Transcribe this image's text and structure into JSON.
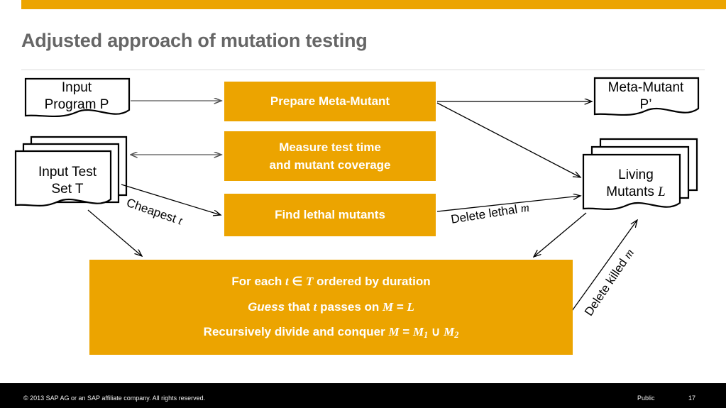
{
  "slide": {
    "title": "Adjusted approach of mutation testing",
    "accent_color": "#eca400",
    "title_color": "#666666"
  },
  "diagram": {
    "type": "flowchart",
    "inputs": [
      {
        "name": "input-program",
        "line1": "Input",
        "line2": "Program P",
        "shape": "document"
      },
      {
        "name": "input-test-set",
        "line1": "Input Test",
        "line2": "Set T",
        "shape": "document-stack"
      }
    ],
    "process_boxes": [
      {
        "name": "prepare-meta-mutant",
        "lines": [
          "Prepare Meta-Mutant"
        ]
      },
      {
        "name": "measure-test-time",
        "lines": [
          "Measure test time",
          "and mutant coverage"
        ]
      },
      {
        "name": "find-lethal-mutants",
        "lines": [
          "Find lethal mutants"
        ]
      }
    ],
    "algorithm_box": {
      "name": "algorithm-box",
      "line1_a": "For each ",
      "line1_t": "t",
      "line1_b": " ∈ ",
      "line1_T": "T",
      "line1_c": " ordered by duration",
      "line2_guess": "Guess",
      "line2_a": " that ",
      "line2_t": "t",
      "line2_b": " passes on ",
      "line2_M": "M",
      "line2_eq": " = ",
      "line2_L": "L",
      "line3_a": "Recursively divide and conquer ",
      "line3_M": "M",
      "line3_eq": " = ",
      "line3_M1": "M",
      "line3_sub1": "1",
      "line3_union": " ∪ ",
      "line3_M2": "M",
      "line3_sub2": "2"
    },
    "outputs": [
      {
        "name": "meta-mutant",
        "line1": "Meta-Mutant",
        "line2": "P’",
        "shape": "document"
      },
      {
        "name": "living-mutants",
        "line1": "Living",
        "line2a": "Mutants ",
        "line2b": "L",
        "shape": "document-stack"
      }
    ],
    "edge_labels": [
      {
        "name": "cheapest-label",
        "text_a": "Cheapest ",
        "text_var": "t"
      },
      {
        "name": "delete-lethal-label",
        "text_a": "Delete lethal ",
        "text_var": "m"
      },
      {
        "name": "delete-killed-label",
        "text_a": "Delete killed ",
        "text_var": "m"
      }
    ]
  },
  "footer": {
    "copyright": "© 2013 SAP AG or an SAP affiliate company. All rights reserved.",
    "classification": "Public",
    "page_number": "17"
  }
}
